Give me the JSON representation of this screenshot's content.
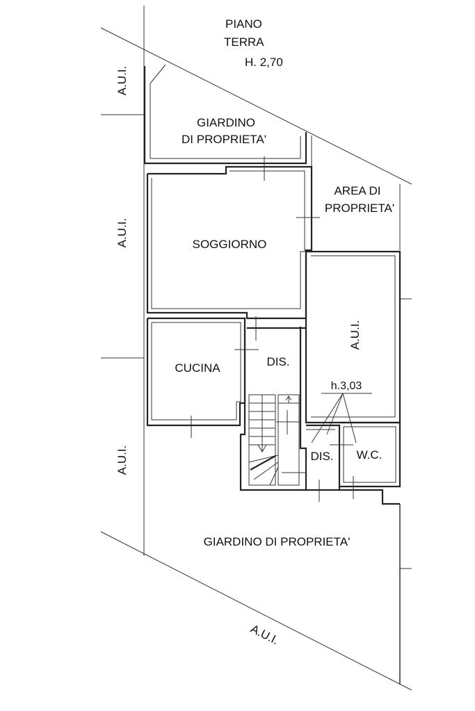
{
  "floor": {
    "line1": "PIANO",
    "line2": "TERRA",
    "height": "H. 2,70"
  },
  "rooms": {
    "garden_top_1": "GIARDINO",
    "garden_top_2": "DI PROPRIETA'",
    "area_1": "AREA DI",
    "area_2": "PROPRIETA'",
    "living": "SOGGIORNO",
    "kitchen": "CUCINA",
    "dis_upper": "DIS.",
    "dis_lower": "DIS.",
    "wc": "W.C.",
    "ceiling_height": "h.3,03",
    "garden_bottom": "GIARDINO DI PROPRIETA'"
  },
  "neighbors": {
    "label": "A.U.I."
  }
}
